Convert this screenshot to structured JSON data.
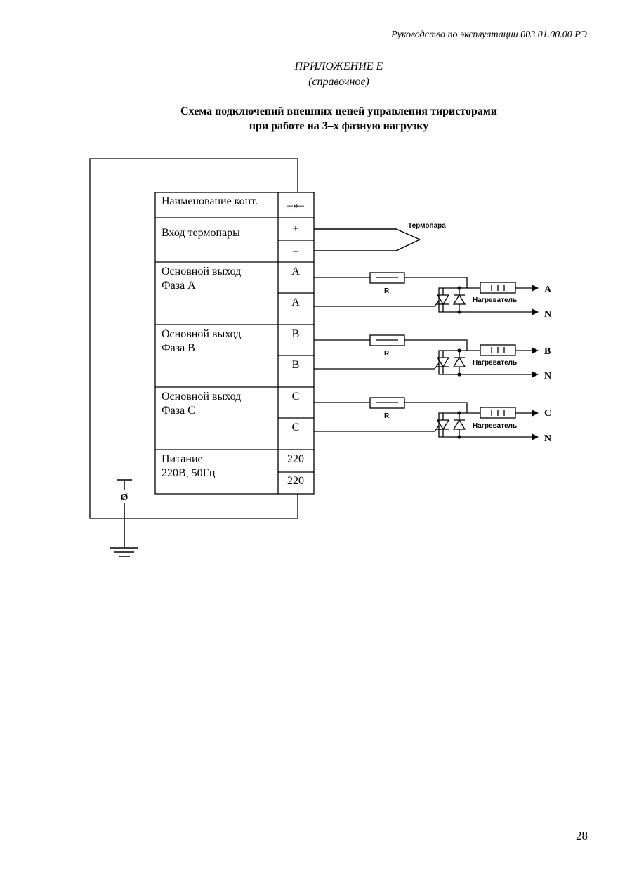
{
  "header": {
    "doc_ref": "Руководство по эксплуатации 003.01.00.00 РЭ"
  },
  "appendix": {
    "title": "ПРИЛОЖЕНИЕ Е",
    "subtitle": "(справочное)"
  },
  "diagram_title": {
    "line1": "Схема подключений внешних цепей управления тиристорами",
    "line2": "при работе на 3–х фазную нагрузку"
  },
  "table": {
    "header_name": "Наименование конт.",
    "header_symbol": "–»–",
    "thermo_label": "Вход термопары",
    "thermo_plus": "+",
    "thermo_minus": "–",
    "phase_a_line1": "Основной выход",
    "phase_a_line2": "Фаза А",
    "phase_a_c1": "А",
    "phase_a_c2": "А",
    "phase_b_line1": "Основной выход",
    "phase_b_line2": "Фаза В",
    "phase_b_c1": "В",
    "phase_b_c2": "В",
    "phase_c_line1": "Основной выход",
    "phase_c_line2": "Фаза С",
    "phase_c_c1": "С",
    "phase_c_c2": "С",
    "power_line1": "Питание",
    "power_line2": "220В, 50Гц",
    "power_c1": "220",
    "power_c2": "220"
  },
  "circuit": {
    "thermocouple_label": "Термопара",
    "resistor_label": "R",
    "heater_label": "Нагреватель",
    "phase_a_out": "A",
    "phase_b_out": "B",
    "phase_c_out": "C",
    "neutral_out": "N",
    "fuse_symbol": "Ø"
  },
  "page_number": "28"
}
